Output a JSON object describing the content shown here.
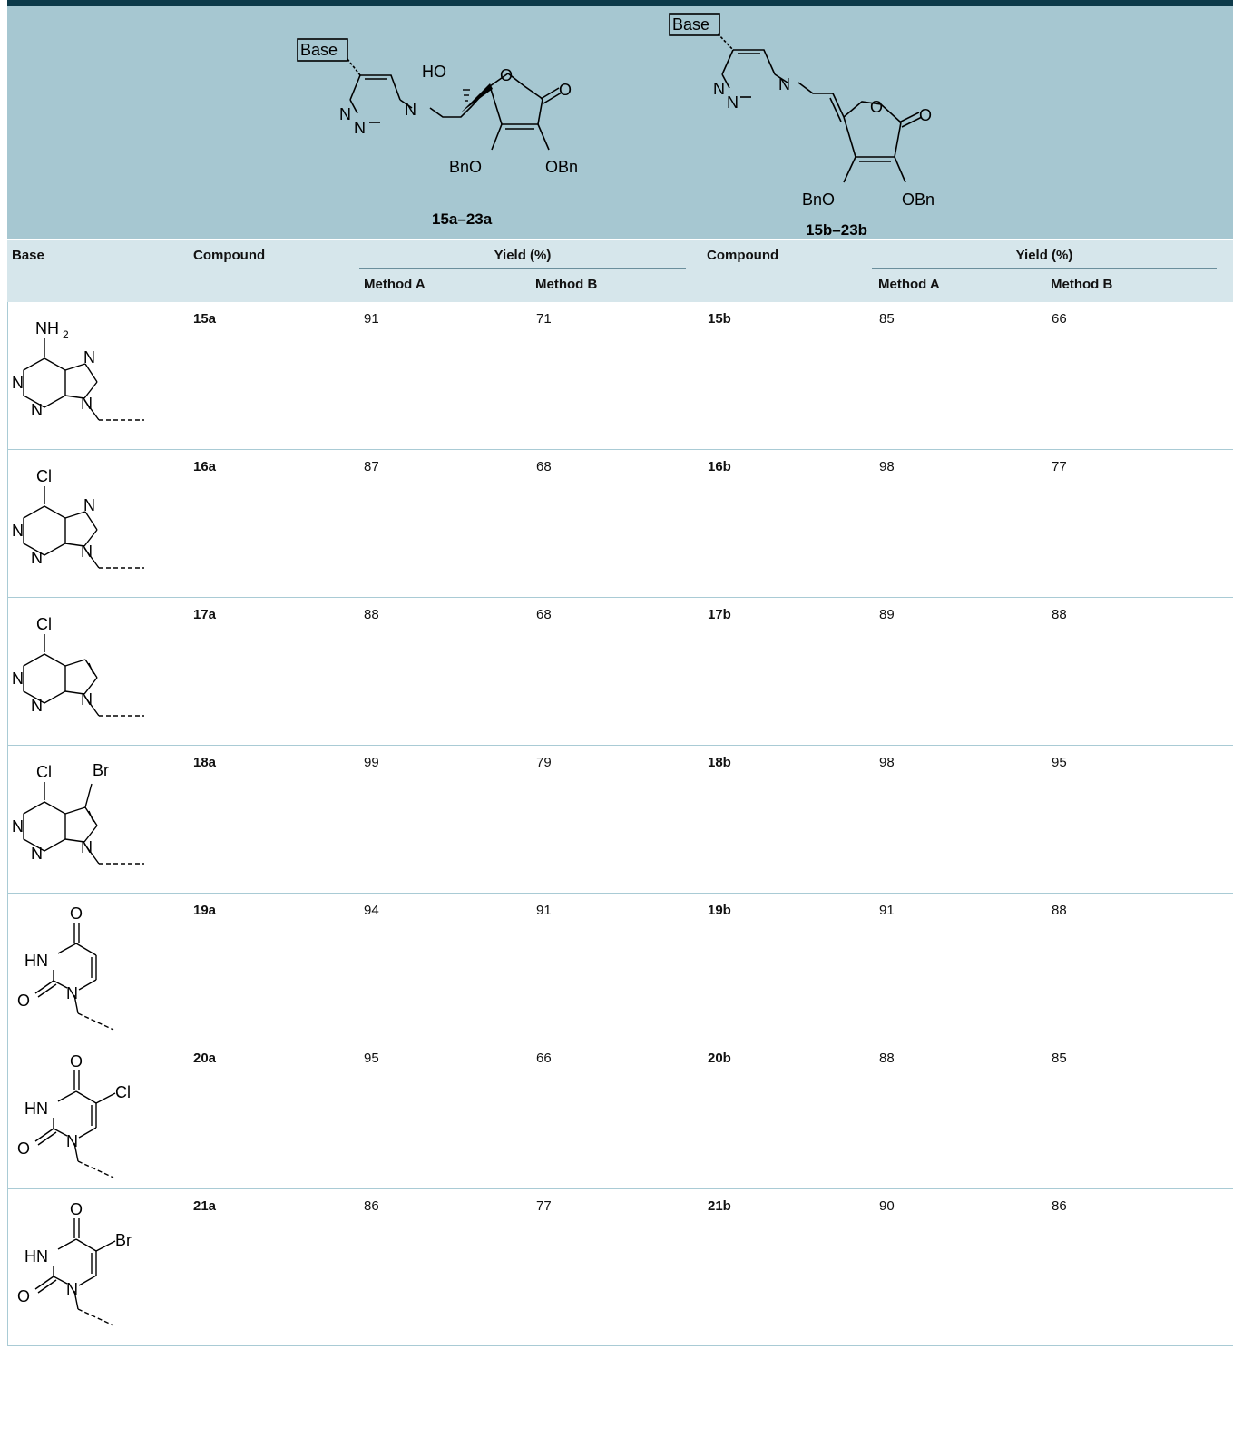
{
  "scheme": {
    "left_structure": {
      "base_box": "Base",
      "labels": [
        "HO",
        "O",
        "O",
        "N",
        "N",
        "N",
        "BnO",
        "OBn"
      ],
      "caption": "15a–23a"
    },
    "right_structure": {
      "base_box": "Base",
      "labels": [
        "N",
        "N",
        "N",
        "O",
        "O",
        "BnO",
        "OBn"
      ],
      "caption": "15b–23b"
    }
  },
  "table": {
    "headers": {
      "base": "Base",
      "compound_a": "Compound",
      "yield_a": "Yield (%)",
      "compound_b": "Compound",
      "yield_b": "Yield (%)",
      "method_a1": "Method A",
      "method_b1": "Method B",
      "method_a2": "Method A",
      "method_b2": "Method B"
    },
    "rows": [
      {
        "base": {
          "substituent": "NH2",
          "labels": [
            "NH",
            "2",
            "N",
            "N",
            "N",
            "N"
          ]
        },
        "cmp_a": "15a",
        "a_A": "91",
        "a_B": "71",
        "cmp_b": "15b",
        "b_A": "85",
        "b_B": "66"
      },
      {
        "base": {
          "substituent": "Cl",
          "labels": [
            "Cl",
            "N",
            "N",
            "N",
            "N"
          ]
        },
        "cmp_a": "16a",
        "a_A": "87",
        "a_B": "68",
        "cmp_b": "16b",
        "b_A": "98",
        "b_B": "77"
      },
      {
        "base": {
          "substituent": "Cl",
          "labels": [
            "Cl",
            "N",
            "N",
            "N"
          ]
        },
        "cmp_a": "17a",
        "a_A": "88",
        "a_B": "68",
        "cmp_b": "17b",
        "b_A": "89",
        "b_B": "88"
      },
      {
        "base": {
          "substituent": "Cl",
          "labels": [
            "Cl",
            "Br",
            "N",
            "N",
            "N"
          ]
        },
        "cmp_a": "18a",
        "a_A": "99",
        "a_B": "79",
        "cmp_b": "18b",
        "b_A": "98",
        "b_B": "95"
      },
      {
        "base": {
          "substituent": "O",
          "labels": [
            "O",
            "HN",
            "O",
            "N"
          ]
        },
        "cmp_a": "19a",
        "a_A": "94",
        "a_B": "91",
        "cmp_b": "19b",
        "b_A": "91",
        "b_B": "88"
      },
      {
        "base": {
          "substituent": "Cl",
          "labels": [
            "O",
            "Cl",
            "HN",
            "O",
            "N"
          ]
        },
        "cmp_a": "20a",
        "a_A": "95",
        "a_B": "66",
        "cmp_b": "20b",
        "b_A": "88",
        "b_B": "85"
      },
      {
        "base": {
          "substituent": "Br",
          "labels": [
            "O",
            "Br",
            "HN",
            "O",
            "N"
          ]
        },
        "cmp_a": "21a",
        "a_A": "86",
        "a_B": "77",
        "cmp_b": "21b",
        "b_A": "90",
        "b_B": "86"
      }
    ]
  }
}
